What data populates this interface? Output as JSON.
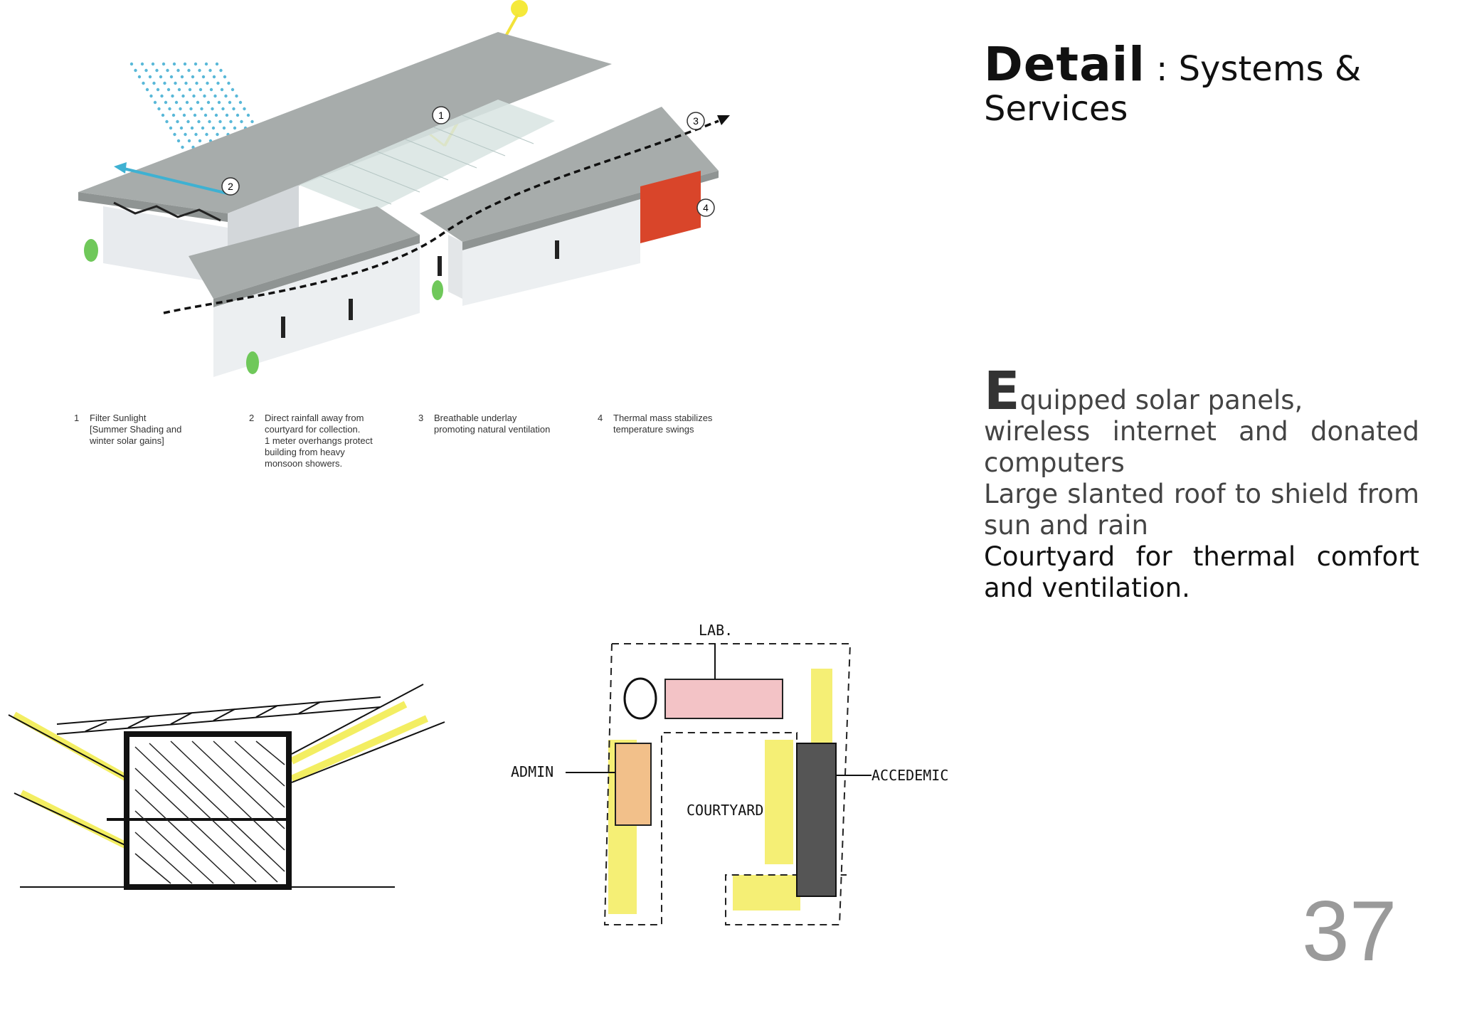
{
  "title": {
    "bold": "Detail",
    "sep": " : ",
    "rest_line1": "Systems &",
    "rest_line2": "Services"
  },
  "body": {
    "drop_cap": "E",
    "para1_first": "quipped solar panels,",
    "para1_rest": "wireless internet and donated computers",
    "para2": "Large slanted roof to shield from sun and rain",
    "para3": "Courtyard for thermal comfort and ventilation."
  },
  "legend": [
    {
      "num": "1",
      "text": "Filter Sunlight\n[Summer Shading and\nwinter solar gains]"
    },
    {
      "num": "2",
      "text": "Direct rainfall away from\ncourtyard for collection.\n1 meter overhangs protect\nbuilding from heavy\nmonsoon showers."
    },
    {
      "num": "3",
      "text": "Breathable underlay\npromoting natural ventilation"
    },
    {
      "num": "4",
      "text": "Thermal mass stabilizes\ntemperature swings"
    }
  ],
  "callouts": [
    "1",
    "2",
    "3",
    "4"
  ],
  "sketch_labels": {
    "lab": "LAB.",
    "admin": "ADMIN",
    "academic": "ACCEDEMIC",
    "courtyard": "COURTYARD"
  },
  "page_number": "37",
  "colors": {
    "sun": "#f3e63a",
    "rain": "#4ab6d6",
    "thermal": "#d9482a",
    "roof": "#a9aeac",
    "wall": "#e9ecee",
    "sketch_yellow": "#f1ea3c"
  }
}
